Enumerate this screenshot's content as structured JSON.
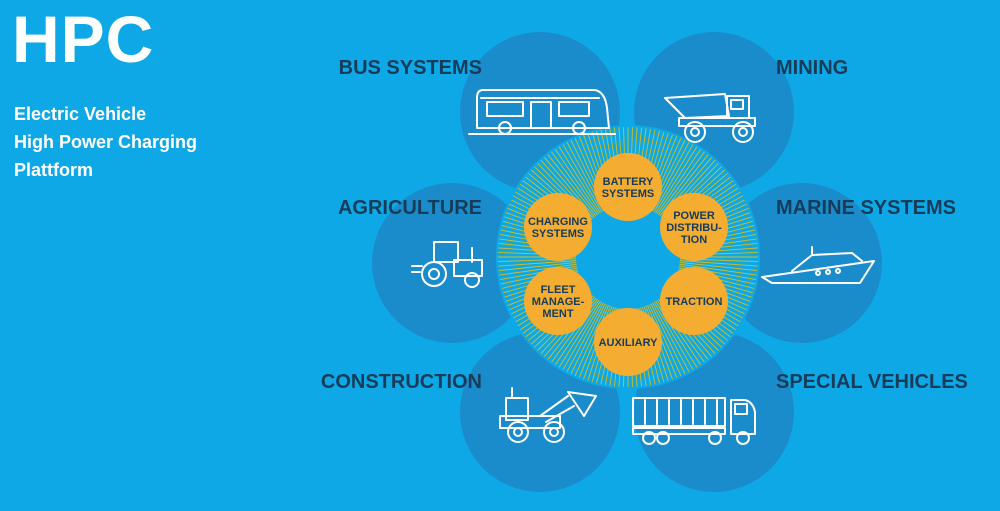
{
  "header": {
    "title": "HPC",
    "subtitle_lines": [
      "Electric Vehicle",
      "High Power Charging",
      "Plattform"
    ]
  },
  "colors": {
    "background": "#0fa8e6",
    "circle": "#1b8ccb",
    "hub_ring": "#f2c200",
    "node": "#f4ad31",
    "label": "#163c5a",
    "icon": "#ffffff"
  },
  "sectors": [
    {
      "label": "BUS SYSTEMS",
      "icon": "bus-icon"
    },
    {
      "label": "MINING",
      "icon": "dump-truck-icon"
    },
    {
      "label": "AGRICULTURE",
      "icon": "tractor-icon"
    },
    {
      "label": "MARINE SYSTEMS",
      "icon": "yacht-icon"
    },
    {
      "label": "CONSTRUCTION",
      "icon": "wheel-loader-icon"
    },
    {
      "label": "SPECIAL VEHICLES",
      "icon": "container-truck-icon"
    }
  ],
  "hub_nodes": [
    {
      "lines": [
        "BATTERY",
        "SYSTEMS"
      ]
    },
    {
      "lines": [
        "POWER",
        "DISTRIBU-",
        "TION"
      ]
    },
    {
      "lines": [
        "TRACTION"
      ]
    },
    {
      "lines": [
        "AUXILIARY"
      ]
    },
    {
      "lines": [
        "FLEET",
        "MANAGE-",
        "MENT"
      ]
    },
    {
      "lines": [
        "CHARGING",
        "SYSTEMS"
      ]
    }
  ]
}
